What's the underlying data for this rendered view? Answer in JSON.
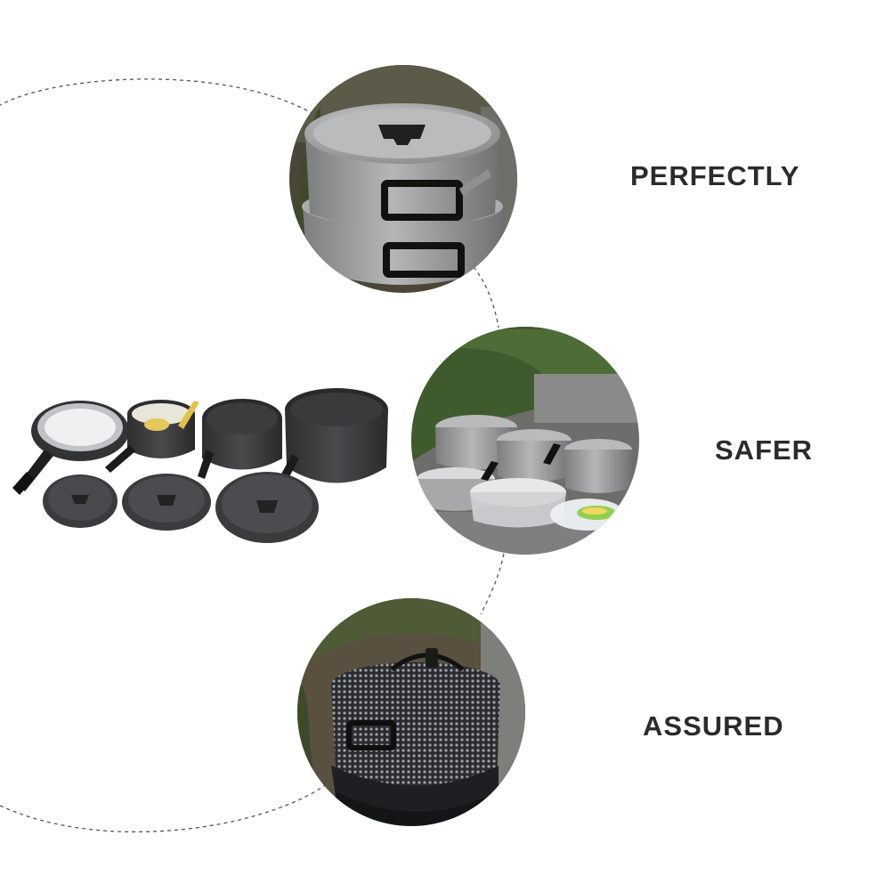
{
  "features": [
    {
      "label": "PERFECTLY",
      "photo_icon": "stacked-pots-photo-icon"
    },
    {
      "label": "SAFER",
      "photo_icon": "cookware-on-steps-photo-icon"
    },
    {
      "label": "ASSURED",
      "photo_icon": "mesh-carry-bag-photo-icon"
    }
  ],
  "product_icon": "camping-cookware-set-icon",
  "colors": {
    "label_text": "#2b2b2b",
    "dashed_line": "#555555",
    "cookware_dark": "#3a3a3a",
    "cookware_silver": "#9a9c9e",
    "foliage_green": "#3f5a2c",
    "stone_grey": "#7d7f80"
  }
}
